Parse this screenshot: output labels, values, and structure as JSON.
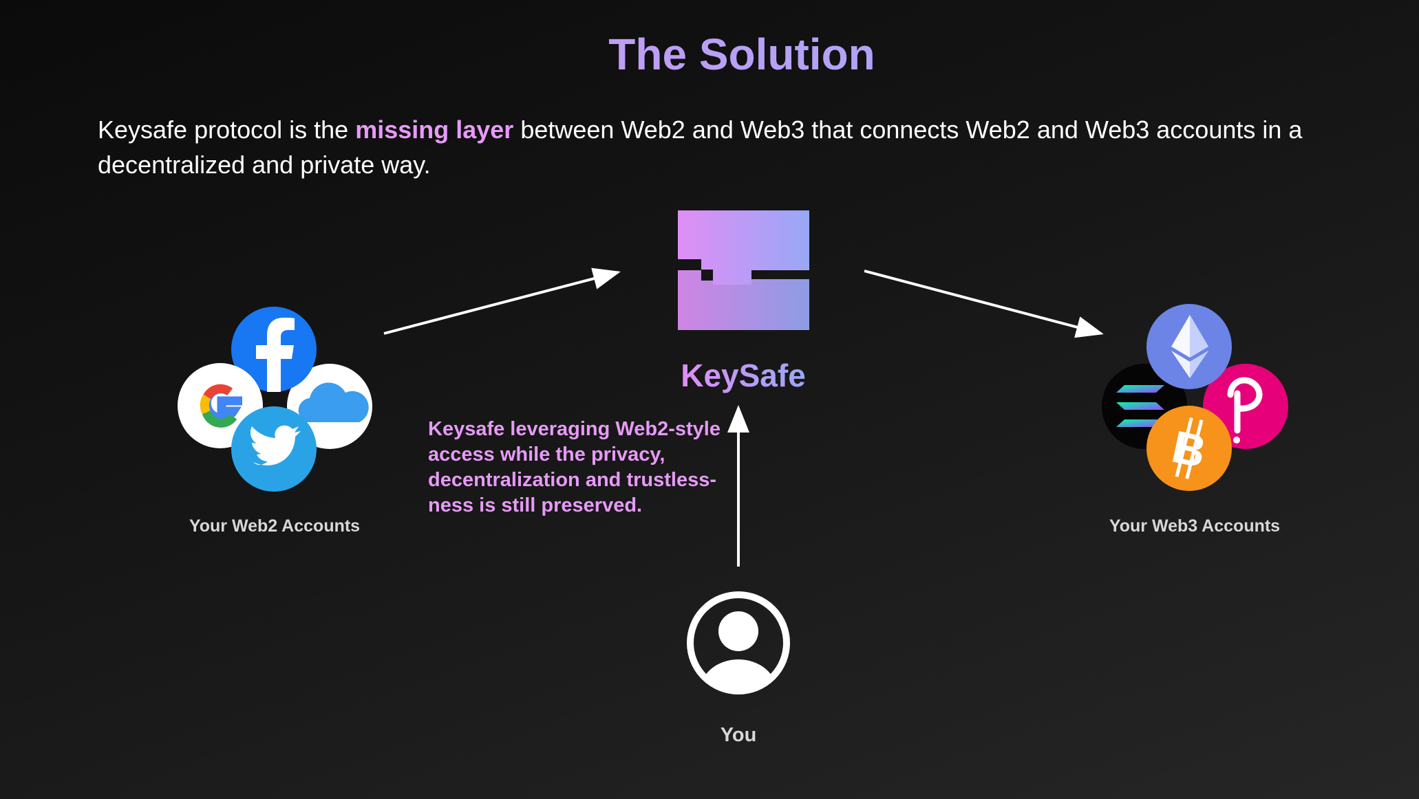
{
  "slide": {
    "title": "The Solution",
    "intro": {
      "before": "Keysafe protocol is the ",
      "highlight": "missing layer",
      "after": " between Web2 and Web3 that connects Web2 and Web3 accounts in a decentralized and private way."
    }
  },
  "diagram": {
    "center": {
      "brand": "KeySafe",
      "icon": "keysafe-logo-icon"
    },
    "web2": {
      "label": "Your Web2 Accounts",
      "icons": [
        "facebook-icon",
        "google-icon",
        "icloud-icon",
        "twitter-icon"
      ]
    },
    "web3": {
      "label": "Your Web3 Accounts",
      "icons": [
        "ethereum-icon",
        "solana-icon",
        "polkadot-icon",
        "bitcoin-icon"
      ]
    },
    "user": {
      "label": "You",
      "icon": "user-avatar-icon"
    },
    "note": "Keysafe leveraging Web2-style access while the privacy, decentralization and trustless-ness is still preserved."
  },
  "colors": {
    "accent_pink": "#e79af7",
    "accent_blue": "#98a8f6",
    "facebook": "#1877f2",
    "twitter": "#2aa3e6",
    "ethereum": "#6b84e6",
    "polkadot": "#e6007a",
    "bitcoin": "#f7931a"
  }
}
